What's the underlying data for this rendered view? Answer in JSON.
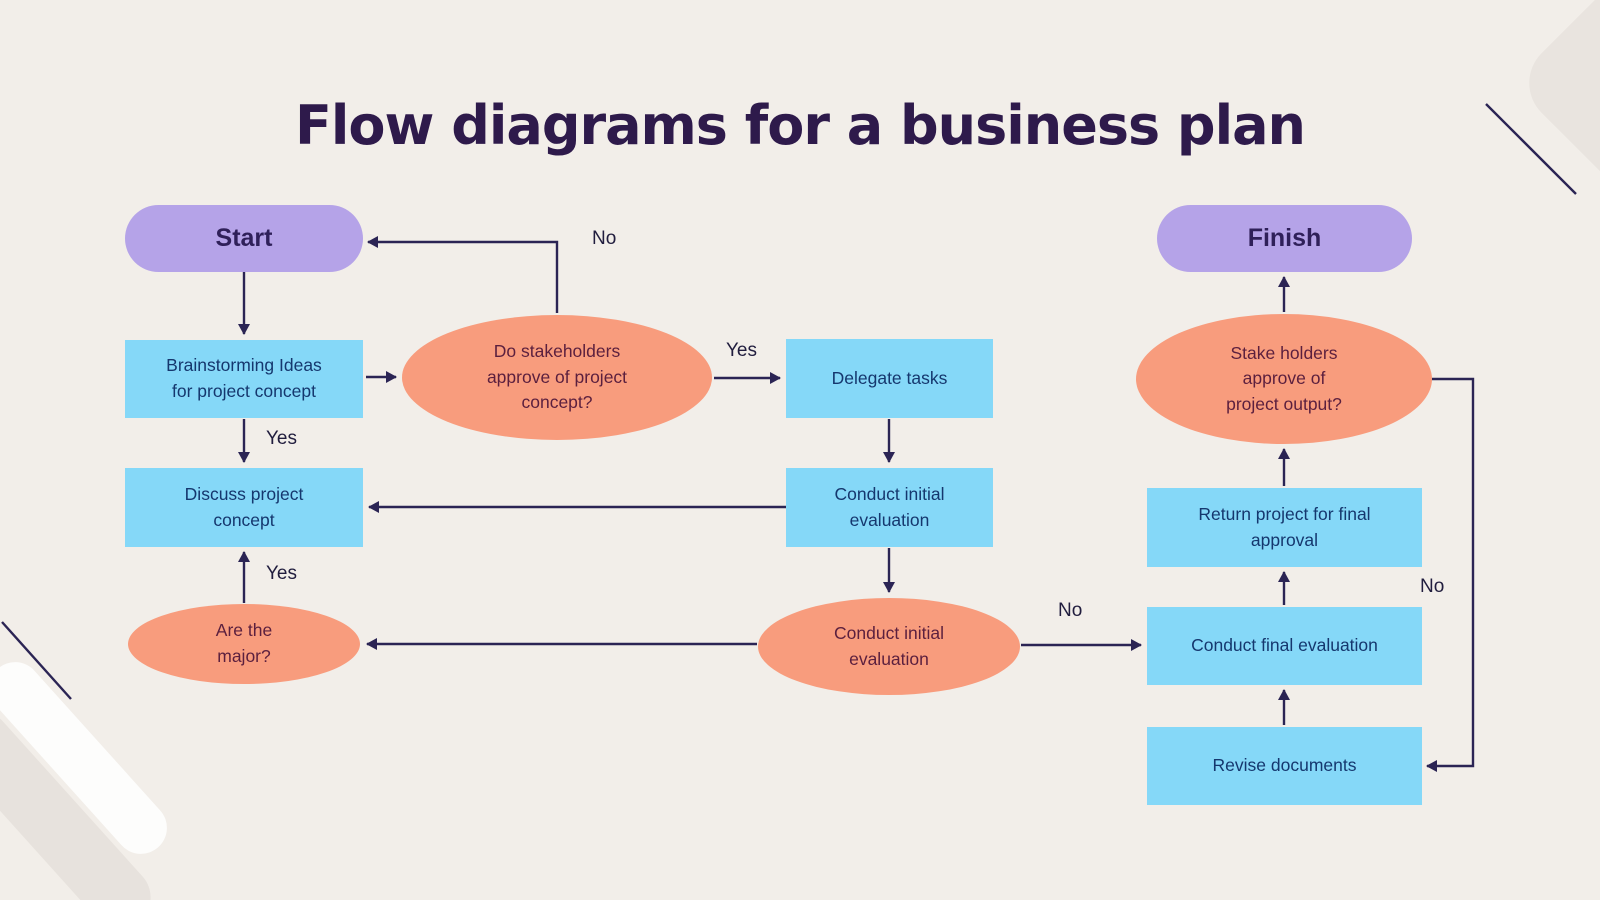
{
  "title": "Flow diagrams for a business plan",
  "nodes": {
    "start": {
      "label": "Start",
      "type": "terminal"
    },
    "finish": {
      "label": "Finish",
      "type": "terminal"
    },
    "brainstorm": {
      "label": "Brainstorming Ideas\nfor project concept",
      "type": "process"
    },
    "approveConcept": {
      "label": "Do stakeholders\napprove of project\nconcept?",
      "type": "decision"
    },
    "delegate": {
      "label": "Delegate tasks",
      "type": "process"
    },
    "discuss": {
      "label": "Discuss project\nconcept",
      "type": "process"
    },
    "conductInitialBox": {
      "label": "Conduct initial\nevaluation",
      "type": "process"
    },
    "areMajor": {
      "label": "Are the\nmajor?",
      "type": "decision"
    },
    "conductInitialEllipse": {
      "label": "Conduct initial\nevaluation",
      "type": "decision"
    },
    "approveOutput": {
      "label": "Stake holders\napprove of\nproject output?",
      "type": "decision"
    },
    "returnProject": {
      "label": "Return project for final\napproval",
      "type": "process"
    },
    "conductFinal": {
      "label": "Conduct final evaluation",
      "type": "process"
    },
    "revise": {
      "label": "Revise documents",
      "type": "process"
    }
  },
  "edge_labels": {
    "no_restart": "No",
    "yes_delegate": "Yes",
    "yes_discuss": "Yes",
    "yes_major": "Yes",
    "no_final": "No",
    "no_revise": "No"
  },
  "colors": {
    "background": "#f2eee9",
    "process_fill": "#85d8f8",
    "decision_fill": "#f89c7d",
    "terminal_fill": "#b5a3e8",
    "connector": "#2b2454",
    "title_text": "#2e1a4b",
    "process_text": "#15376e",
    "decision_text": "#5b1f3e"
  }
}
